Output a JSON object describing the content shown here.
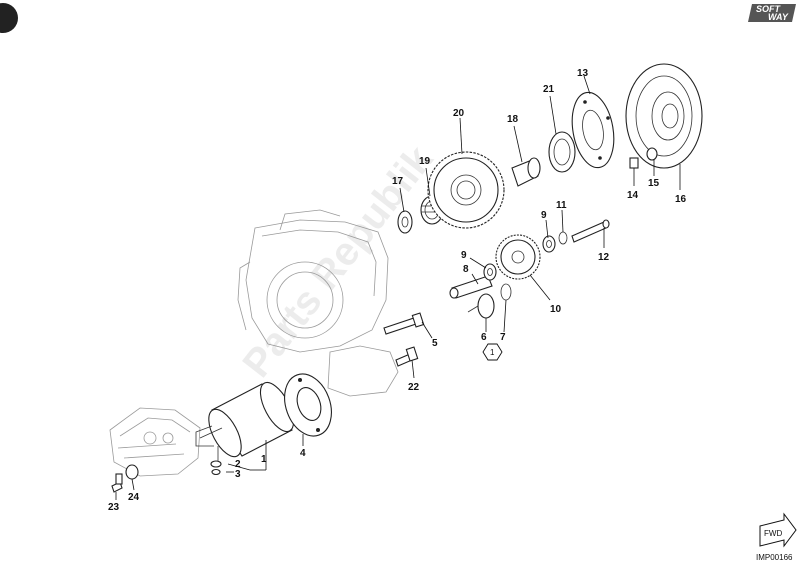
{
  "brand": {
    "logo_top": "SOFT",
    "logo_bottom": "WAY"
  },
  "drawing_code": "IMP00166",
  "watermark": "Parts Republik",
  "direction_label": "FWD",
  "note_marker": "1",
  "callouts": {
    "p1": "1",
    "p2": "2",
    "p3": "3",
    "p4": "4",
    "p5": "5",
    "p6": "6",
    "p7": "7",
    "p8": "8",
    "p9a": "9",
    "p9b": "9",
    "p10": "10",
    "p11": "11",
    "p12": "12",
    "p13": "13",
    "p14": "14",
    "p15": "15",
    "p16": "16",
    "p17": "17",
    "p18": "18",
    "p19": "19",
    "p20": "20",
    "p21": "21",
    "p22": "22",
    "p23": "23",
    "p24": "24"
  }
}
